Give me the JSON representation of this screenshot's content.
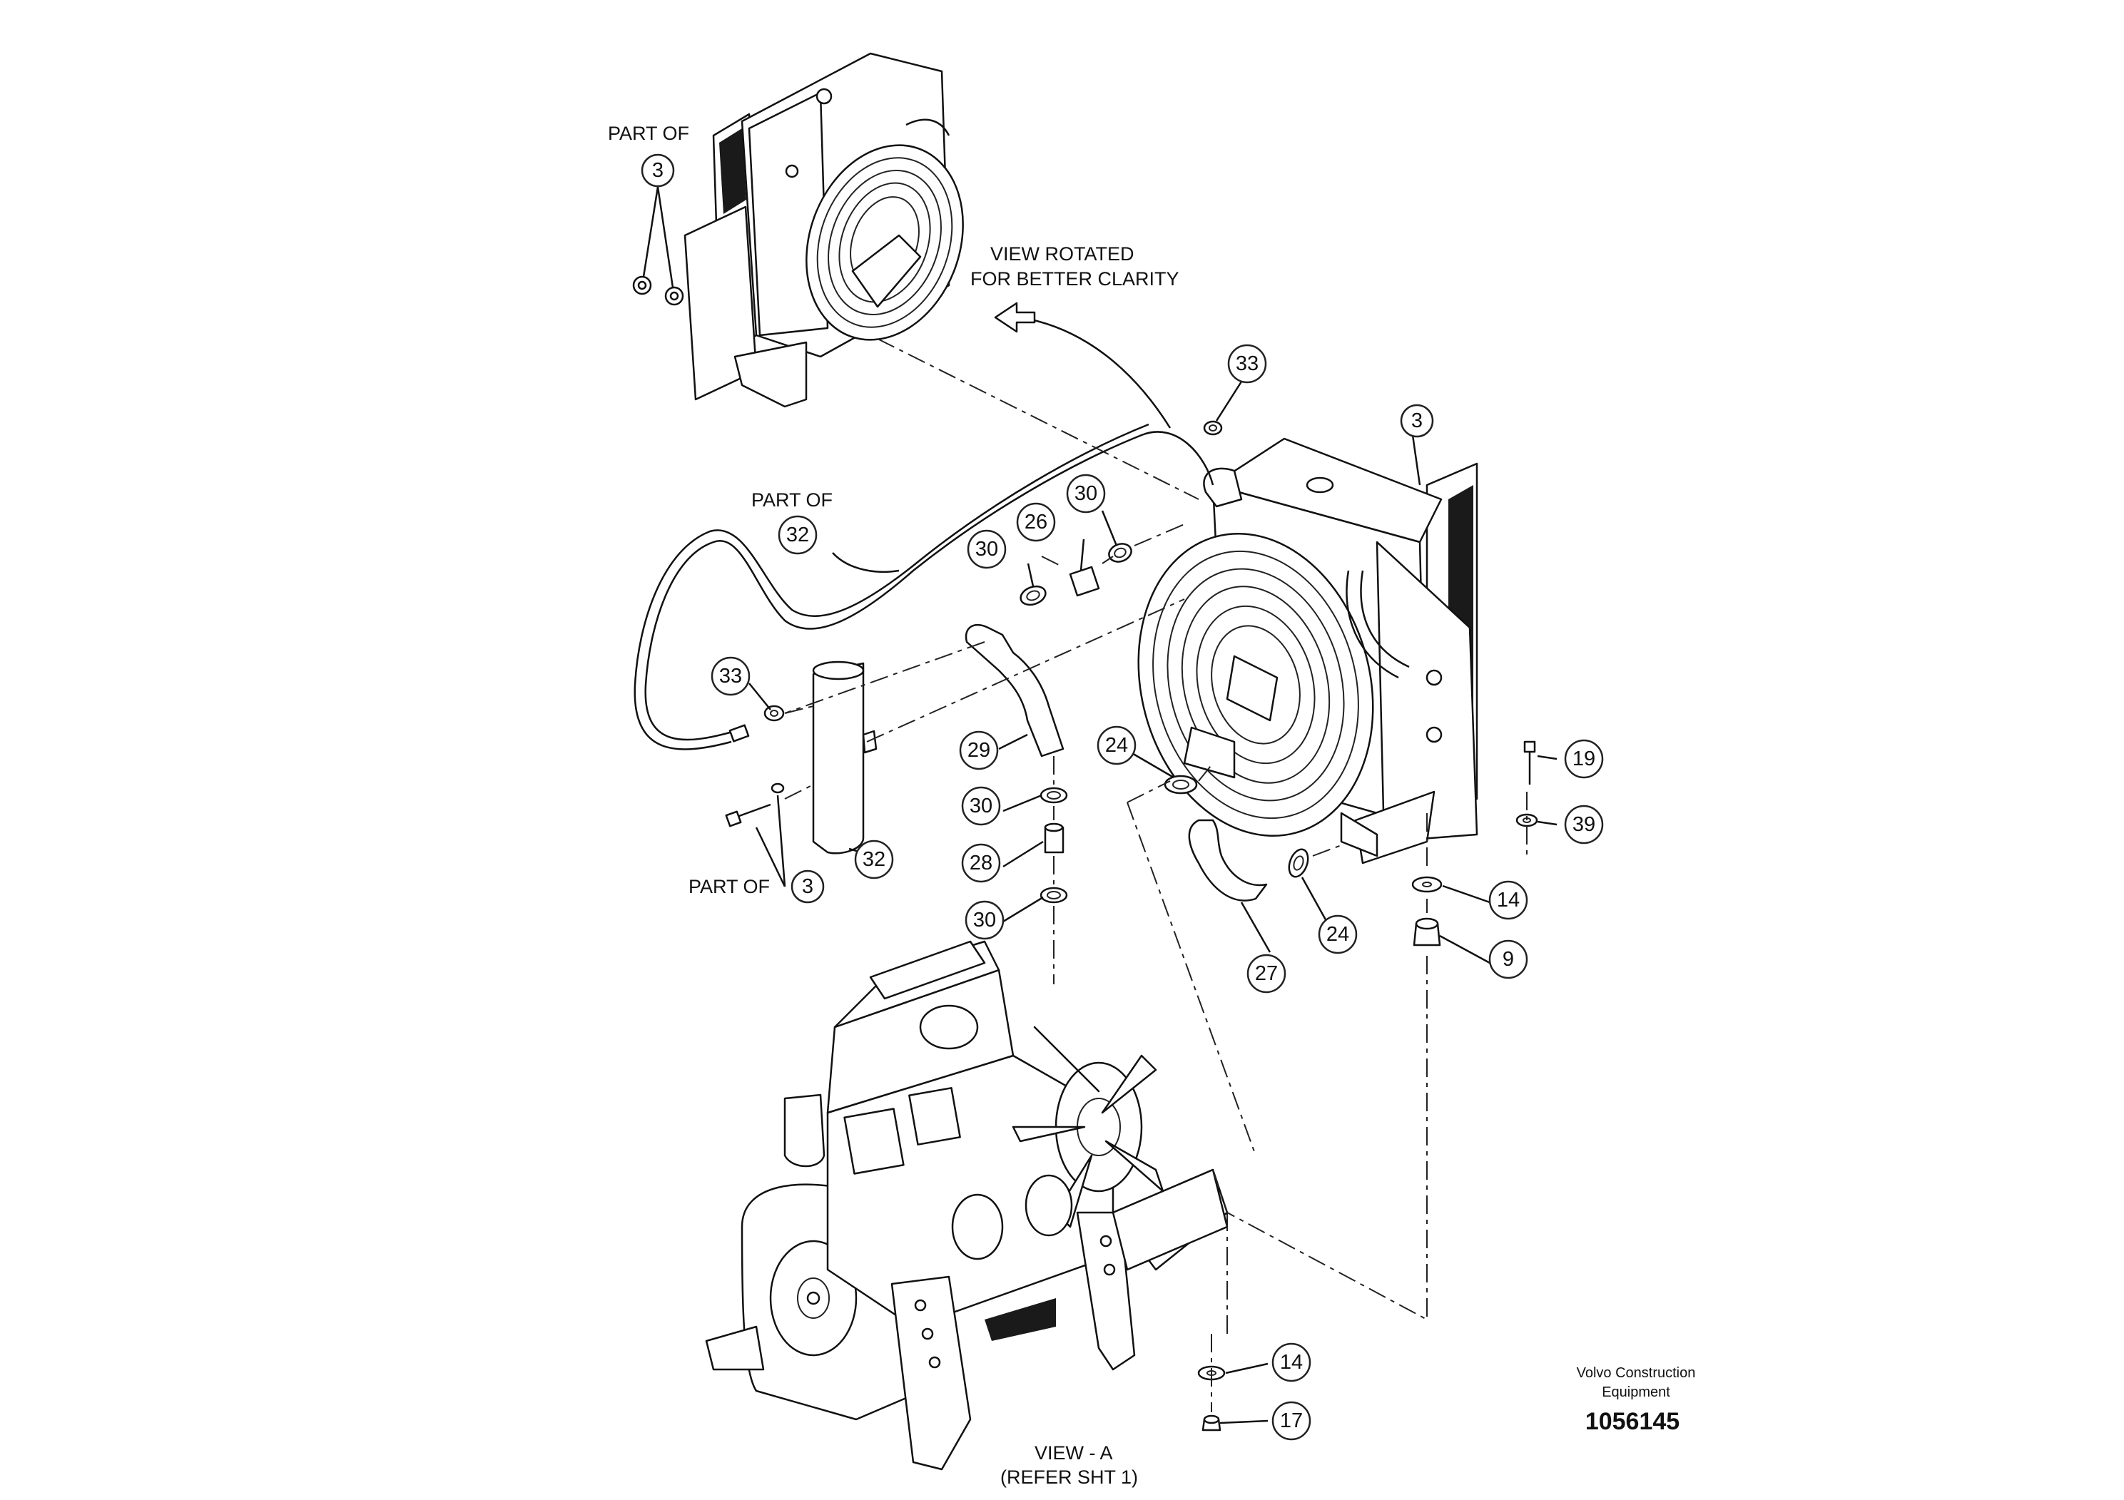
{
  "notes": {
    "part_of_top": "PART OF",
    "part_of_mid": "PART OF",
    "part_of_bottom": "PART OF",
    "view_rotated_1": "VIEW ROTATED",
    "view_rotated_2": "FOR BETTER CLARITY",
    "view_a_1": "VIEW - A",
    "view_a_2": "(REFER SHT 1)",
    "company_1": "Volvo Construction",
    "company_2": "Equipment",
    "drawing_number": "1056145"
  },
  "callouts": [
    {
      "id": "c-3-top",
      "text": "3"
    },
    {
      "id": "c-33-a",
      "text": "33"
    },
    {
      "id": "c-3-main",
      "text": "3"
    },
    {
      "id": "c-32-top",
      "text": "32"
    },
    {
      "id": "c-30-a",
      "text": "30"
    },
    {
      "id": "c-26",
      "text": "26"
    },
    {
      "id": "c-30-b",
      "text": "30"
    },
    {
      "id": "c-33-b",
      "text": "33"
    },
    {
      "id": "c-29",
      "text": "29"
    },
    {
      "id": "c-30-c",
      "text": "30"
    },
    {
      "id": "c-28",
      "text": "28"
    },
    {
      "id": "c-30-d",
      "text": "30"
    },
    {
      "id": "c-32-bottom",
      "text": "32"
    },
    {
      "id": "c-3-bottom",
      "text": "3"
    },
    {
      "id": "c-24-a",
      "text": "24"
    },
    {
      "id": "c-24-b",
      "text": "24"
    },
    {
      "id": "c-27",
      "text": "27"
    },
    {
      "id": "c-19",
      "text": "19"
    },
    {
      "id": "c-39",
      "text": "39"
    },
    {
      "id": "c-14-a",
      "text": "14"
    },
    {
      "id": "c-9",
      "text": "9"
    },
    {
      "id": "c-14-b",
      "text": "14"
    },
    {
      "id": "c-17",
      "text": "17"
    }
  ]
}
